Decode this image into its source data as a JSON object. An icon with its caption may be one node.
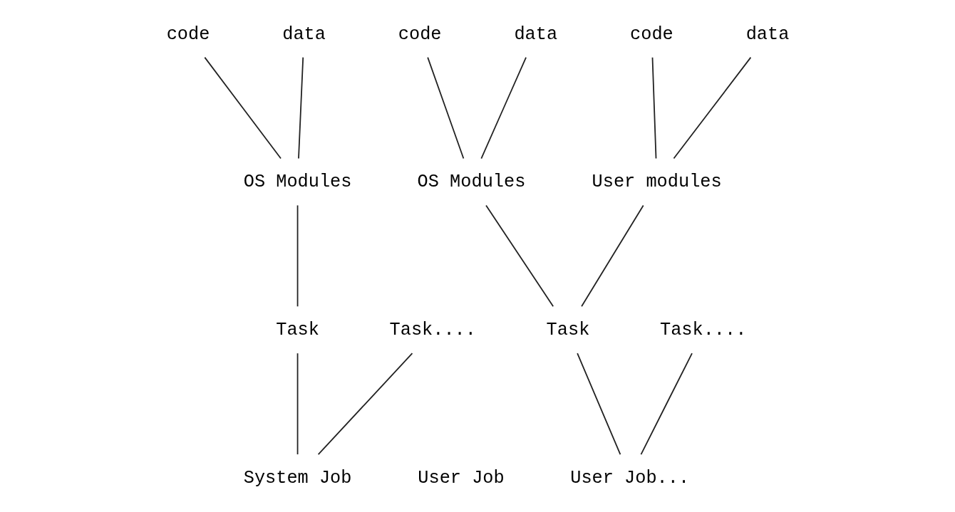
{
  "diagram": {
    "nodes": [
      {
        "text": [
          "code"
        ]
      },
      {
        "text": [
          "data"
        ]
      },
      {
        "text": [
          "code"
        ]
      },
      {
        "text": [
          "data"
        ]
      },
      {
        "text": [
          "code"
        ]
      },
      {
        "text": [
          "data"
        ]
      },
      {
        "text": [
          "OS Modules"
        ]
      },
      {
        "text": [
          "OS Modules"
        ]
      },
      {
        "text": [
          "User modules"
        ]
      },
      {
        "text": [
          "Task"
        ]
      },
      {
        "text": [
          "Task...."
        ]
      },
      {
        "text": [
          "Task"
        ]
      },
      {
        "text": [
          "Task...."
        ]
      },
      {
        "text": [
          "System Job"
        ]
      },
      {
        "text": [
          "User Job..."
        ]
      }
    ],
    "edges": [
      {
        "from": 0,
        "to": 6,
        "arrow": "none"
      },
      {
        "from": 1,
        "to": 6,
        "arrow": "none"
      },
      {
        "from": 2,
        "to": 7,
        "arrow": "none"
      },
      {
        "from": 3,
        "to": 7,
        "arrow": "none"
      },
      {
        "from": 4,
        "to": 8,
        "arrow": "none"
      },
      {
        "from": 5,
        "to": 8,
        "arrow": "none"
      },
      {
        "from": 6,
        "to": 9,
        "arrow": "none"
      },
      {
        "from": 7,
        "to": 11,
        "arrow": "none"
      },
      {
        "from": 8,
        "to": 11,
        "arrow": "none"
      },
      {
        "from": 9,
        "to": 13,
        "arrow": "none"
      },
      {
        "from": 10,
        "to": 13,
        "arrow": "none"
      },
      {
        "from": 11,
        "to": 14,
        "arrow": "none"
      },
      {
        "from": 12,
        "to": 14,
        "arrow": "none"
      }
    ],
    "labels": [
      "User Job"
    ]
  }
}
